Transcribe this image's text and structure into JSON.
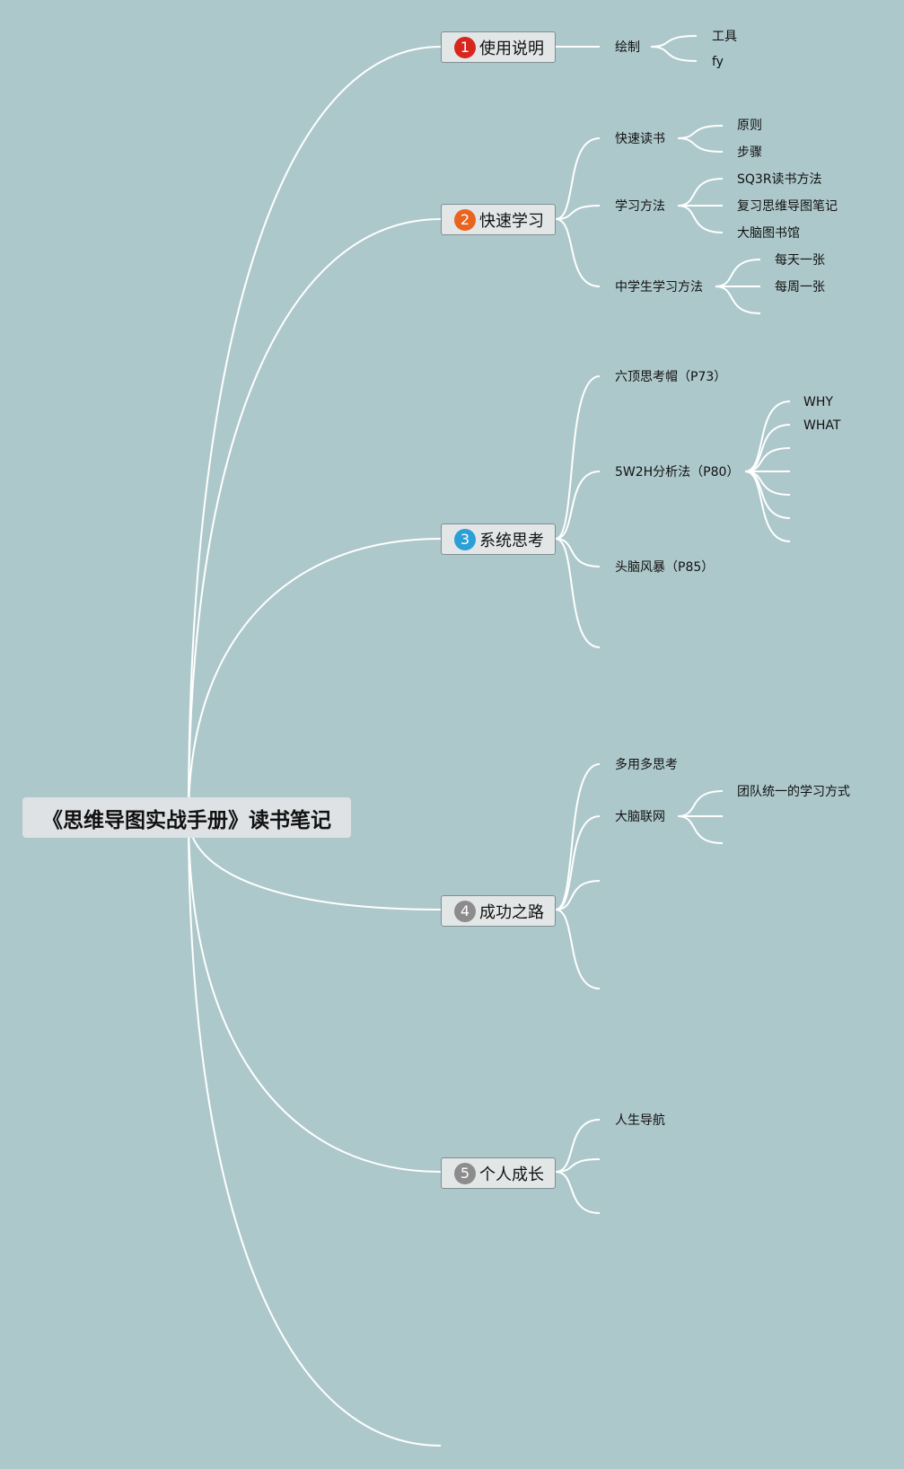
{
  "root": {
    "title": "《思维导图实战手册》读书笔记"
  },
  "topics": [
    {
      "num": "1",
      "color": "#d7261e",
      "label": "使用说明"
    },
    {
      "num": "2",
      "color": "#e8651f",
      "label": "快速学习"
    },
    {
      "num": "3",
      "color": "#2a9fd8",
      "label": "系统思考"
    },
    {
      "num": "4",
      "color": "#8c8c8c",
      "label": "成功之路"
    },
    {
      "num": "5",
      "color": "#8c8c8c",
      "label": "个人成长"
    }
  ],
  "subtopics": {
    "t1": {
      "draw": "绘制",
      "tool": "工具",
      "fy": "fy"
    },
    "t2": {
      "fast_read": "快速读书",
      "principle": "原则",
      "steps": "步骤",
      "method": "学习方法",
      "sq3r": "SQ3R读书方法",
      "review": "复习思维导图笔记",
      "library": "大脑图书馆",
      "middle": "中学生学习方法",
      "daily": "每天一张",
      "weekly": "每周一张"
    },
    "t3": {
      "six_hats": "六顶思考帽（P73）",
      "w5h2": "5W2H分析法（P80）",
      "why": "WHY",
      "what": "WHAT",
      "brainstorm": "头脑风暴（P85）"
    },
    "t4": {
      "think": "多用多思考",
      "network": "大脑联网",
      "team": "团队统一的学习方式"
    },
    "t5": {
      "nav": "人生导航"
    }
  },
  "colors": {
    "background": "#adc8cb",
    "line": "#ffffff"
  }
}
